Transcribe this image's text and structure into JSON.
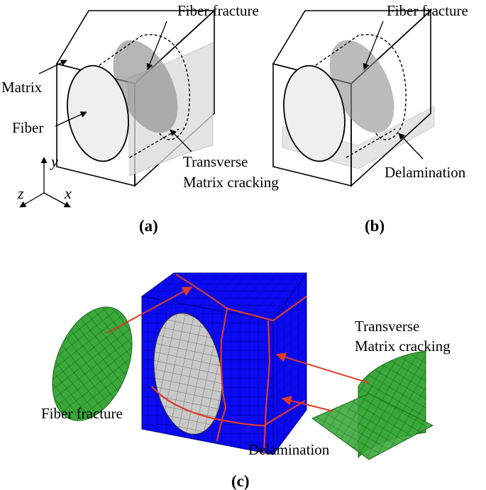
{
  "panel_a": {
    "caption": "(a)",
    "labels": {
      "fiber_fracture": "Fiber fracture",
      "matrix": "Matrix",
      "fiber": "Fiber",
      "transverse_line1": "Transverse",
      "transverse_line2": "Matrix cracking"
    },
    "axes": {
      "y": "y",
      "z": "z",
      "x": "x"
    }
  },
  "panel_b": {
    "caption": "(b)",
    "labels": {
      "fiber_fracture": "Fiber fracture",
      "delamination": "Delamination"
    }
  },
  "panel_c": {
    "caption": "(c)",
    "labels": {
      "transverse_line1": "Transverse",
      "transverse_line2": "Matrix cracking",
      "fiber_fracture": "Fiber fracture",
      "delamination": "Delamination"
    }
  },
  "colors": {
    "mesh_blue": "#0a0af0",
    "crack_green": "#3aa83a",
    "fiber_gray": "#c8c8c8",
    "arrow_red": "#e03a2a",
    "damage_gray": "#9a9a9a"
  }
}
